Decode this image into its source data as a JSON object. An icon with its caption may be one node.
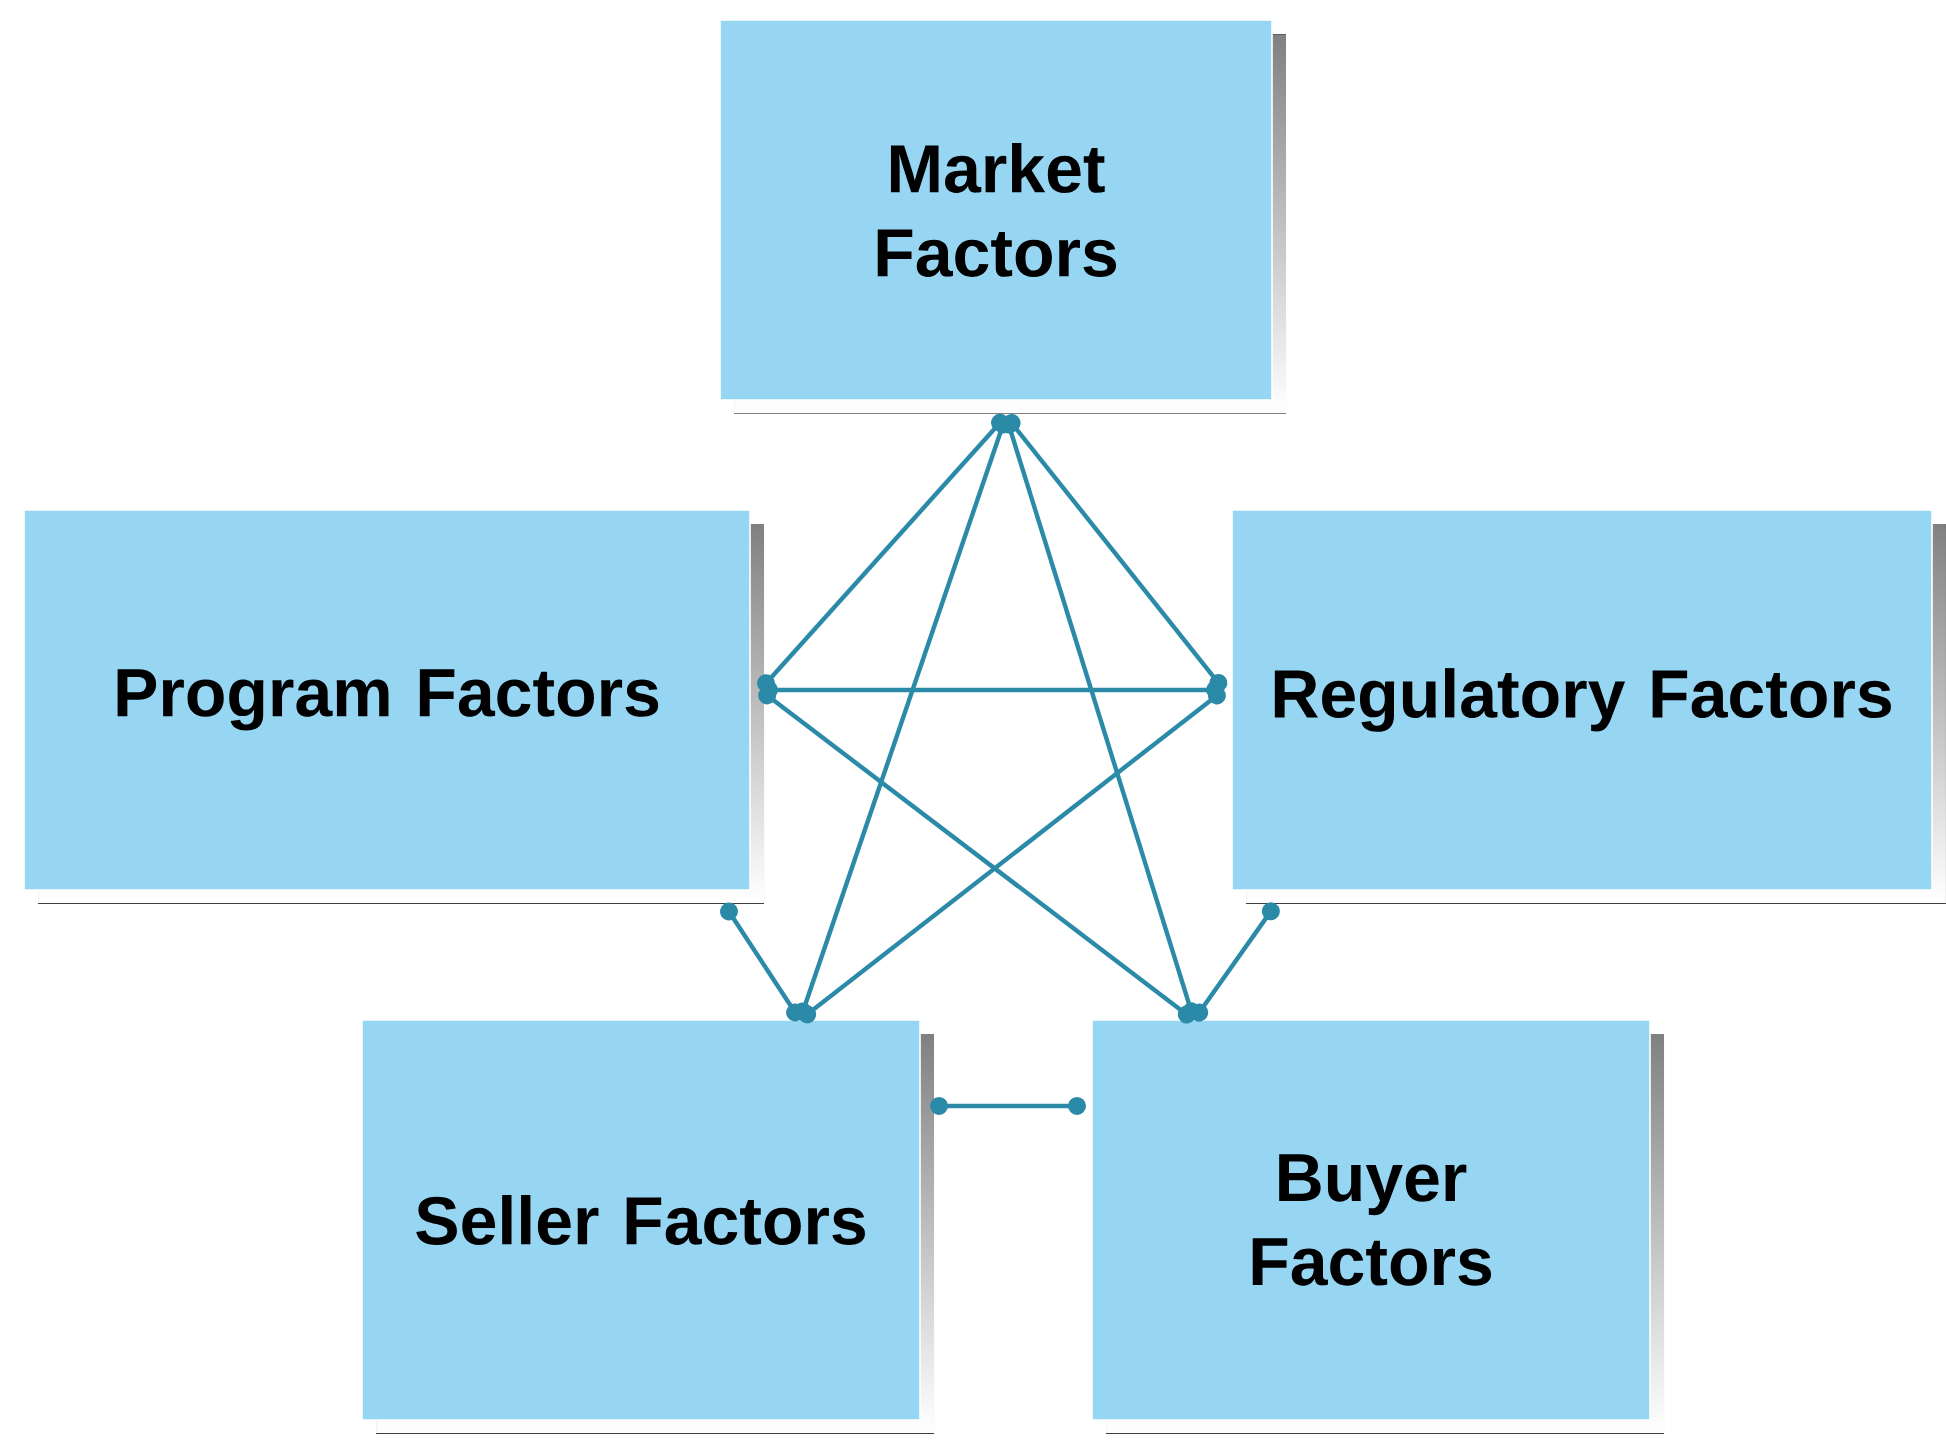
{
  "diagram": {
    "nodes": [
      {
        "text": [
          "Market Factors"
        ]
      },
      {
        "text": [
          "Program Factors"
        ]
      },
      {
        "text": [
          "Regulatory Factors"
        ]
      },
      {
        "text": [
          "Seller Factors"
        ]
      },
      {
        "text": [
          "Buyer Factors"
        ]
      }
    ],
    "edges": [
      {
        "from": 0,
        "to": 1,
        "arrow": "other"
      },
      {
        "from": 0,
        "to": 2,
        "arrow": "other"
      },
      {
        "from": 0,
        "to": 3,
        "arrow": "other"
      },
      {
        "from": 0,
        "to": 4,
        "arrow": "other"
      },
      {
        "from": 1,
        "to": 2,
        "arrow": "other"
      },
      {
        "from": 1,
        "to": 4,
        "arrow": "other"
      },
      {
        "from": 1,
        "to": 3,
        "arrow": "other"
      },
      {
        "from": 2,
        "to": 3,
        "arrow": "other"
      },
      {
        "from": 2,
        "to": 4,
        "arrow": "other"
      },
      {
        "from": 3,
        "to": 4,
        "arrow": "other"
      }
    ]
  }
}
